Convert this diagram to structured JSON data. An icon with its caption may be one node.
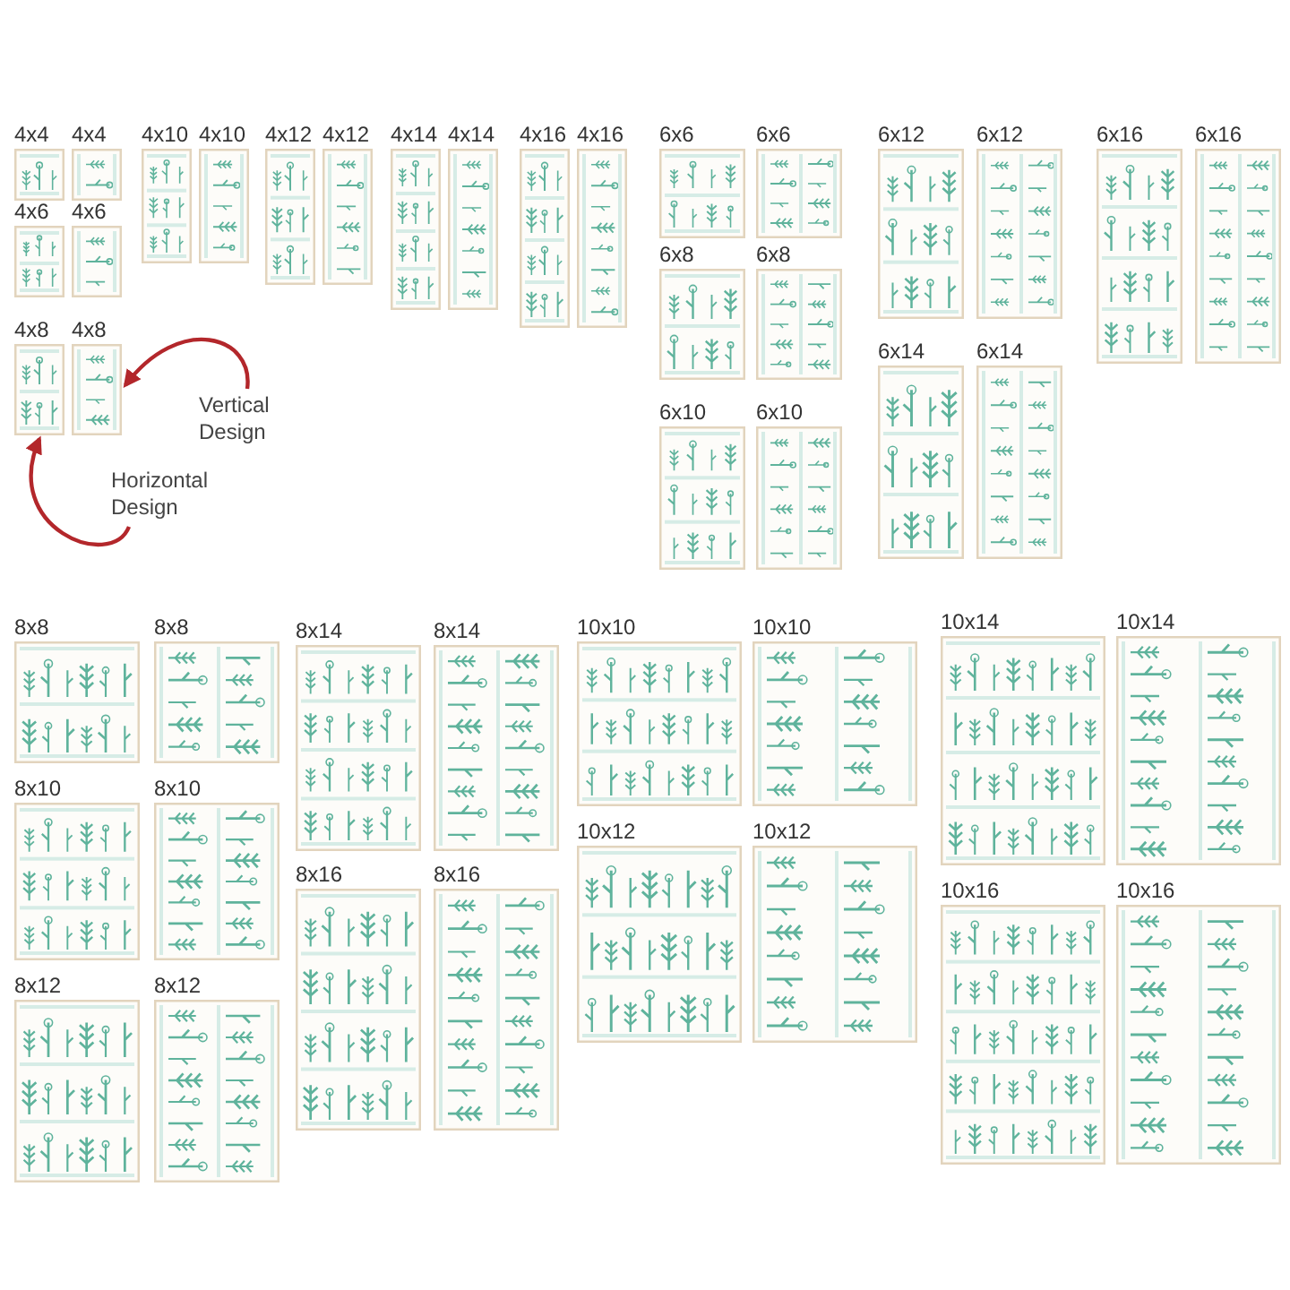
{
  "diagram": {
    "nodes": [
      {
        "text": [],
        "shape": "picture",
        "beside": [
          "4x4"
        ]
      },
      {
        "text": [],
        "shape": "picture",
        "beside": [
          "4x4"
        ]
      },
      {
        "text": [],
        "shape": "picture",
        "beside": [
          "4x6"
        ]
      },
      {
        "text": [],
        "shape": "picture",
        "beside": [
          "4x6"
        ]
      },
      {
        "text": [],
        "shape": "picture",
        "beside": [
          "4x8"
        ]
      },
      {
        "text": [],
        "shape": "picture",
        "beside": [
          "4x8"
        ]
      },
      {
        "text": [],
        "shape": "picture",
        "beside": [
          "4x10"
        ]
      },
      {
        "text": [],
        "shape": "picture",
        "beside": [
          "4x10"
        ]
      },
      {
        "text": [],
        "shape": "picture",
        "beside": [
          "4x12"
        ]
      },
      {
        "text": [],
        "shape": "picture",
        "beside": [
          "4x12"
        ]
      },
      {
        "text": [],
        "shape": "picture",
        "beside": [
          "4x14"
        ]
      },
      {
        "text": [],
        "shape": "picture",
        "beside": [
          "4x14"
        ]
      },
      {
        "text": [],
        "shape": "picture",
        "beside": [
          "4x16"
        ]
      },
      {
        "text": [],
        "shape": "picture",
        "beside": [
          "4x16"
        ]
      },
      {
        "text": [
          "Vertical Design"
        ]
      },
      {
        "text": [
          "Horizontal Design"
        ]
      },
      {
        "text": [],
        "shape": "picture",
        "beside": [
          "6x6"
        ]
      },
      {
        "text": [],
        "shape": "picture",
        "beside": [
          "6x6"
        ]
      },
      {
        "text": [],
        "shape": "picture",
        "beside": [
          "6x8"
        ]
      },
      {
        "text": [],
        "shape": "picture",
        "beside": [
          "6x8"
        ]
      },
      {
        "text": [],
        "shape": "picture",
        "beside": [
          "6x10"
        ]
      },
      {
        "text": [],
        "shape": "picture",
        "beside": [
          "6x10"
        ]
      },
      {
        "text": [],
        "shape": "picture",
        "beside": [
          "6x12"
        ]
      },
      {
        "text": [],
        "shape": "picture",
        "beside": [
          "6x12"
        ]
      },
      {
        "text": [],
        "shape": "picture",
        "beside": [
          "6x14"
        ]
      },
      {
        "text": [],
        "shape": "picture",
        "beside": [
          "6x14"
        ]
      },
      {
        "text": [],
        "shape": "picture",
        "beside": [
          "6x16"
        ]
      },
      {
        "text": [],
        "shape": "picture",
        "beside": [
          "6x16"
        ]
      },
      {
        "text": [],
        "shape": "picture",
        "beside": [
          "8x8"
        ]
      },
      {
        "text": [],
        "shape": "picture",
        "beside": [
          "8x8"
        ]
      },
      {
        "text": [],
        "shape": "picture",
        "beside": [
          "8x10"
        ]
      },
      {
        "text": [],
        "shape": "picture",
        "beside": [
          "8x10"
        ]
      },
      {
        "text": [],
        "shape": "picture",
        "beside": [
          "8x12"
        ]
      },
      {
        "text": [],
        "shape": "picture",
        "beside": [
          "8x12"
        ]
      },
      {
        "text": [],
        "shape": "picture",
        "beside": [
          "8x14"
        ]
      },
      {
        "text": [],
        "shape": "picture",
        "beside": [
          "8x14"
        ]
      },
      {
        "text": [],
        "shape": "picture",
        "beside": [
          "8x16"
        ]
      },
      {
        "text": [],
        "shape": "picture",
        "beside": [
          "8x16"
        ]
      },
      {
        "text": [],
        "shape": "picture",
        "beside": [
          "10x10"
        ]
      },
      {
        "text": [],
        "shape": "picture",
        "beside": [
          "10x10"
        ]
      },
      {
        "text": [],
        "shape": "picture",
        "beside": [
          "10x12"
        ]
      },
      {
        "text": [],
        "shape": "picture",
        "beside": [
          "10x12"
        ]
      },
      {
        "text": [],
        "shape": "picture",
        "beside": [
          "10x14"
        ]
      },
      {
        "text": [],
        "shape": "picture",
        "beside": [
          "10x14"
        ]
      },
      {
        "text": [],
        "shape": "picture",
        "beside": [
          "10x16"
        ]
      },
      {
        "text": [],
        "shape": "picture",
        "beside": [
          "10x16"
        ]
      }
    ],
    "edges": [
      {
        "from": 14,
        "to": 5,
        "arrow": "to"
      },
      {
        "from": 15,
        "to": 4,
        "arrow": "to"
      }
    ]
  }
}
